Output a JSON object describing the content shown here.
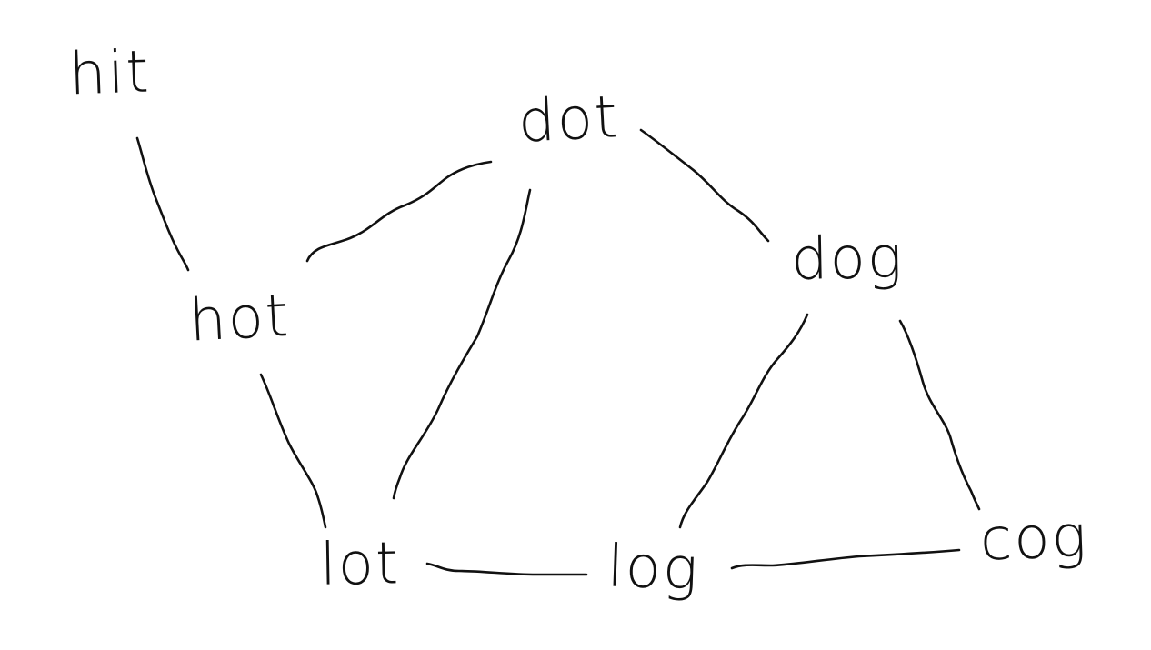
{
  "diagram": {
    "nodes": [
      {
        "id": "hit",
        "label": "hit"
      },
      {
        "id": "hot",
        "label": "hot"
      },
      {
        "id": "dot",
        "label": "dot"
      },
      {
        "id": "dog",
        "label": "dog"
      },
      {
        "id": "lot",
        "label": "lot"
      },
      {
        "id": "log",
        "label": "log"
      },
      {
        "id": "cog",
        "label": "cog"
      }
    ],
    "edges": [
      {
        "from": "hit",
        "to": "hot"
      },
      {
        "from": "hot",
        "to": "dot"
      },
      {
        "from": "hot",
        "to": "lot"
      },
      {
        "from": "dot",
        "to": "lot"
      },
      {
        "from": "dot",
        "to": "dog"
      },
      {
        "from": "dog",
        "to": "log"
      },
      {
        "from": "dog",
        "to": "cog"
      },
      {
        "from": "lot",
        "to": "log"
      },
      {
        "from": "log",
        "to": "cog"
      }
    ],
    "colors": {
      "ink": "#111111",
      "background": "#ffffff"
    }
  }
}
